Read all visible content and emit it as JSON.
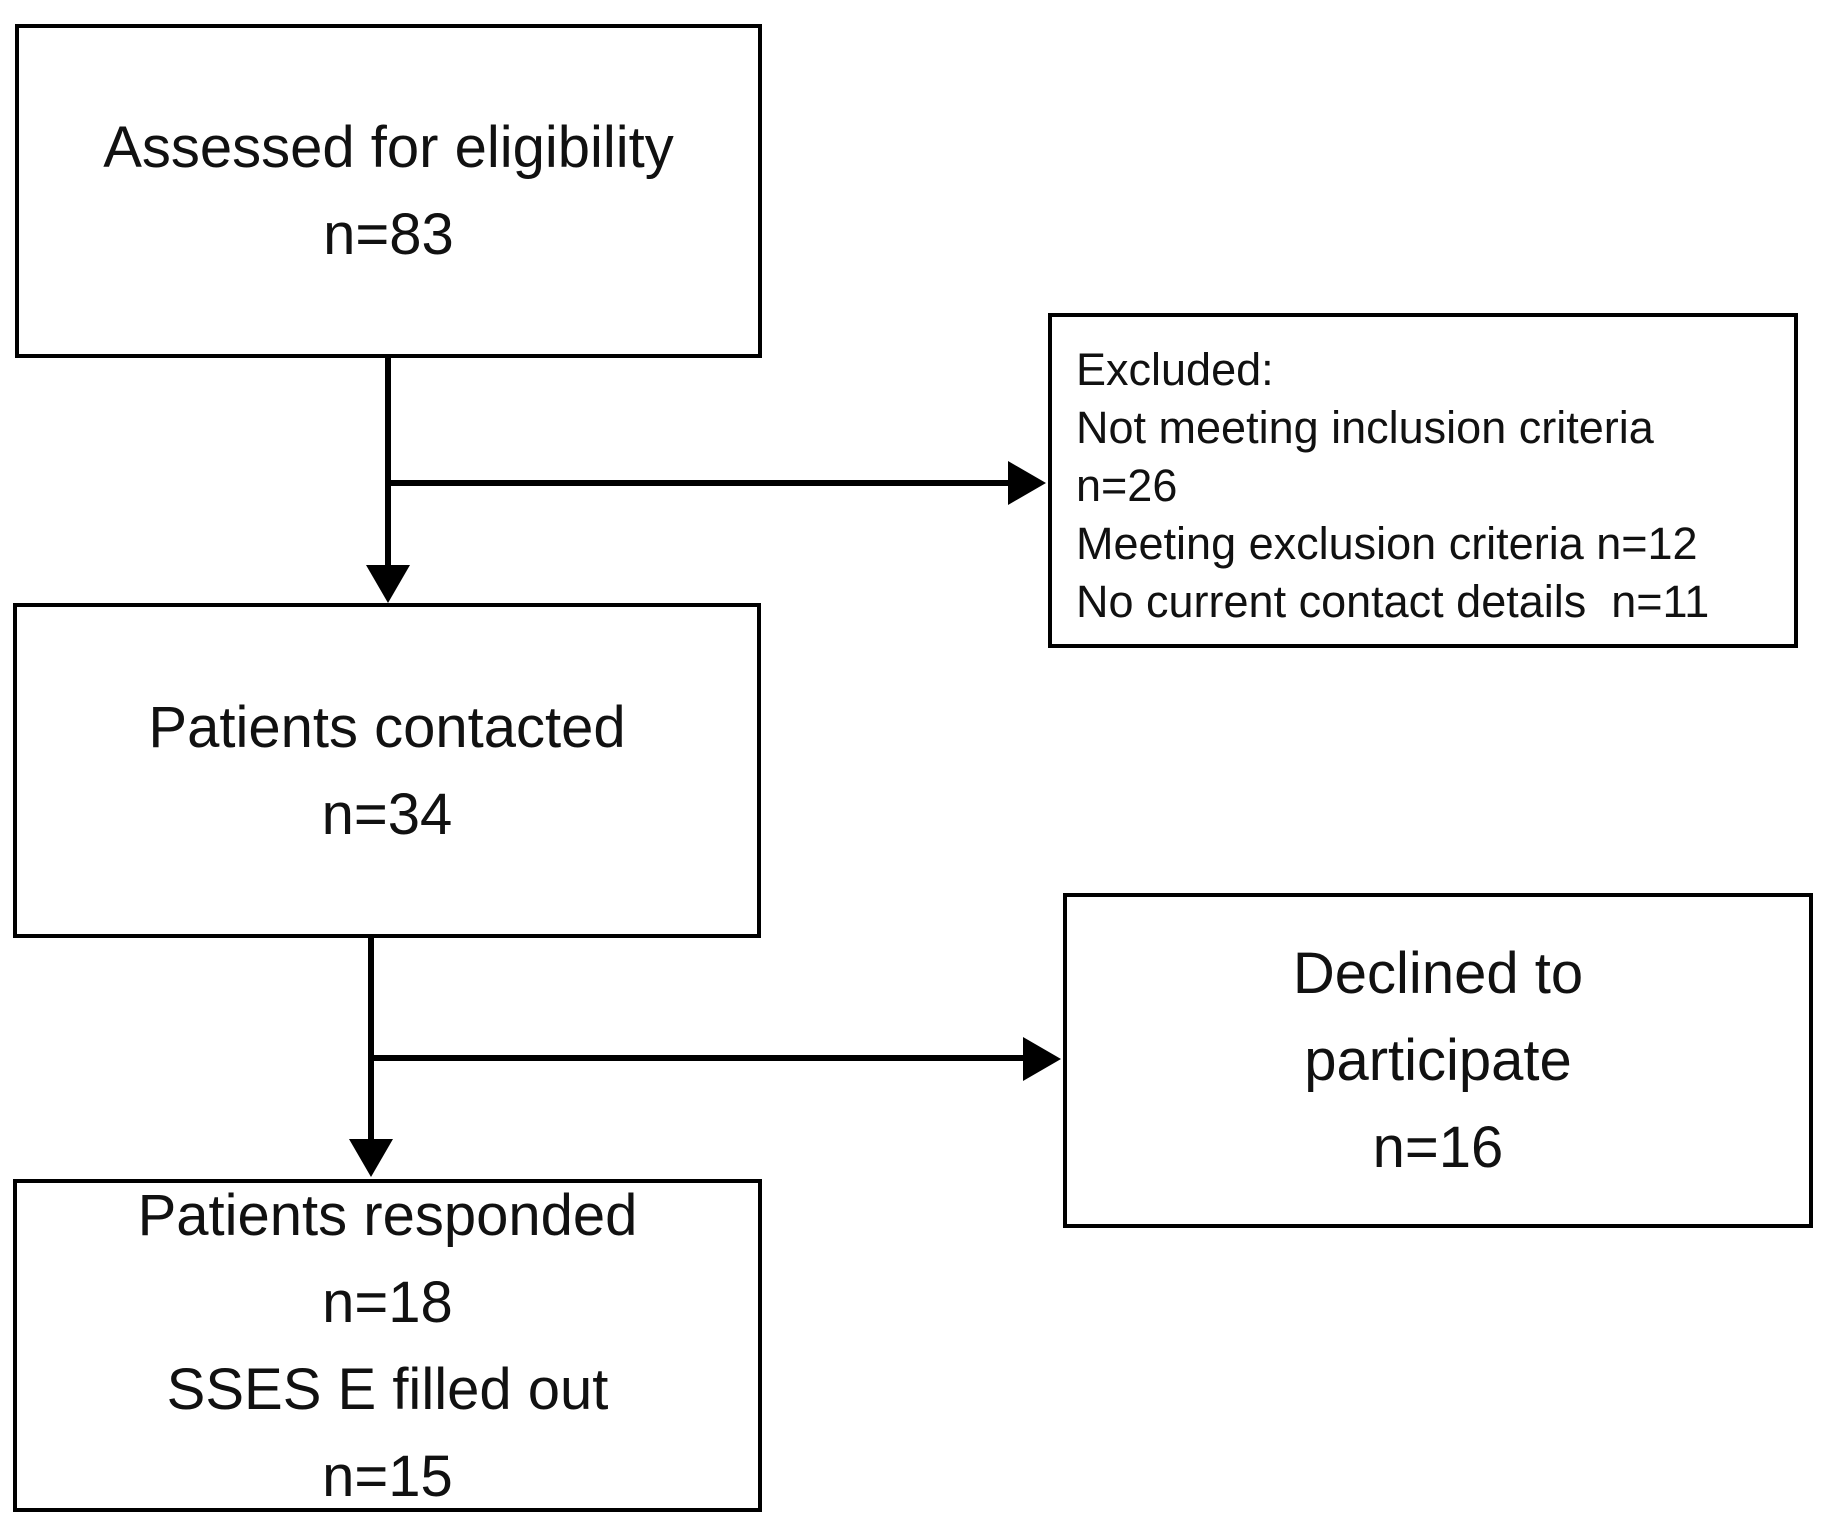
{
  "boxes": {
    "assessed": {
      "lines": [
        "Assessed for eligibility",
        "n=83"
      ]
    },
    "excluded": {
      "lines": [
        "Excluded:",
        "Not meeting inclusion criteria",
        "n=26",
        "Meeting exclusion criteria n=12",
        "No current contact details  n=11"
      ]
    },
    "contacted": {
      "lines": [
        "Patients contacted",
        "n=34"
      ]
    },
    "declined": {
      "lines": [
        "Declined to",
        "participate",
        "n=16"
      ]
    },
    "responded": {
      "lines": [
        "Patients responded",
        "n=18",
        "SSES E filled out",
        "n=15"
      ]
    }
  },
  "colors": {
    "border": "#000000",
    "text": "#111111",
    "background": "#ffffff",
    "arrow": "#000000"
  }
}
